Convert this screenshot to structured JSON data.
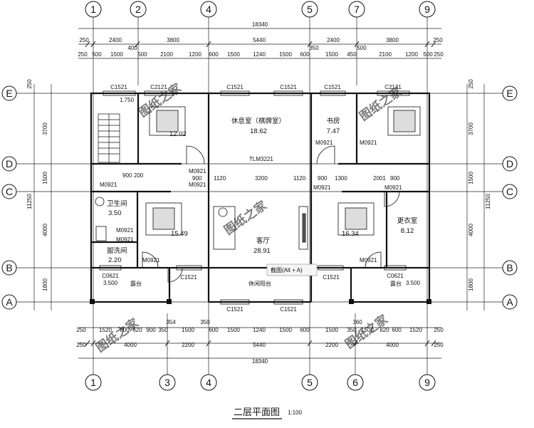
{
  "drawing": {
    "title": "二层平面图",
    "scale": "1:100",
    "watermark": "图纸之家",
    "tooltip": "截图(Alt + A)",
    "total_width": "18340",
    "total_depth": "11250"
  },
  "axes_top": [
    "1",
    "2",
    "4",
    "5",
    "7",
    "9"
  ],
  "axes_bottom": [
    "1",
    "3",
    "4",
    "5",
    "6",
    "9"
  ],
  "axes_rows": [
    "E",
    "D",
    "C",
    "B",
    "A"
  ],
  "dims_top_outer": [
    "250",
    "2400",
    "3800",
    "5440",
    "2400",
    "3800",
    "250"
  ],
  "dims_top_inner": [
    "250",
    "500",
    "1500",
    "400",
    "500",
    "2100",
    "1200",
    "600",
    "1500",
    "1240",
    "1500",
    "600",
    "350",
    "1500",
    "450",
    "500",
    "2100",
    "1200",
    "500",
    "250"
  ],
  "dims_bottom_inner": [
    "250",
    "1520",
    "800",
    "620",
    "900",
    "350",
    "354",
    "1500",
    "350",
    "600",
    "1500",
    "1240",
    "1500",
    "600",
    "1500",
    "360",
    "350",
    "1500",
    "620",
    "600",
    "1520",
    "250"
  ],
  "dims_bottom_outer": [
    "250",
    "4000",
    "2200",
    "5440",
    "2200",
    "4000",
    "250"
  ],
  "dims_side": [
    "250",
    "3700",
    "1500",
    "4000",
    "1800",
    "250"
  ],
  "rooms": [
    {
      "name": "休息室（棋牌室）",
      "area": "18.62"
    },
    {
      "name": "书房",
      "area": "7.47"
    },
    {
      "name": "卫生间",
      "area": "3.50"
    },
    {
      "name": "盥洗间",
      "area": "2.20"
    },
    {
      "name": "客厅",
      "area": "28.91"
    },
    {
      "name": "更衣室",
      "area": "8.12"
    },
    {
      "name": "休闲阳台",
      "area": ""
    },
    {
      "name": "露台",
      "area": ""
    }
  ],
  "bedroom_areas": [
    "12.02",
    "15.49",
    "16.34"
  ],
  "tags": {
    "windows": [
      "C1521",
      "C2121",
      "C0621"
    ],
    "doors": [
      "M0921",
      "TLM3221"
    ],
    "levels": [
      "3.500",
      "1.750"
    ],
    "mid_dims": [
      "900",
      "200",
      "1120",
      "3200",
      "1300",
      "2001",
      "4000"
    ]
  }
}
